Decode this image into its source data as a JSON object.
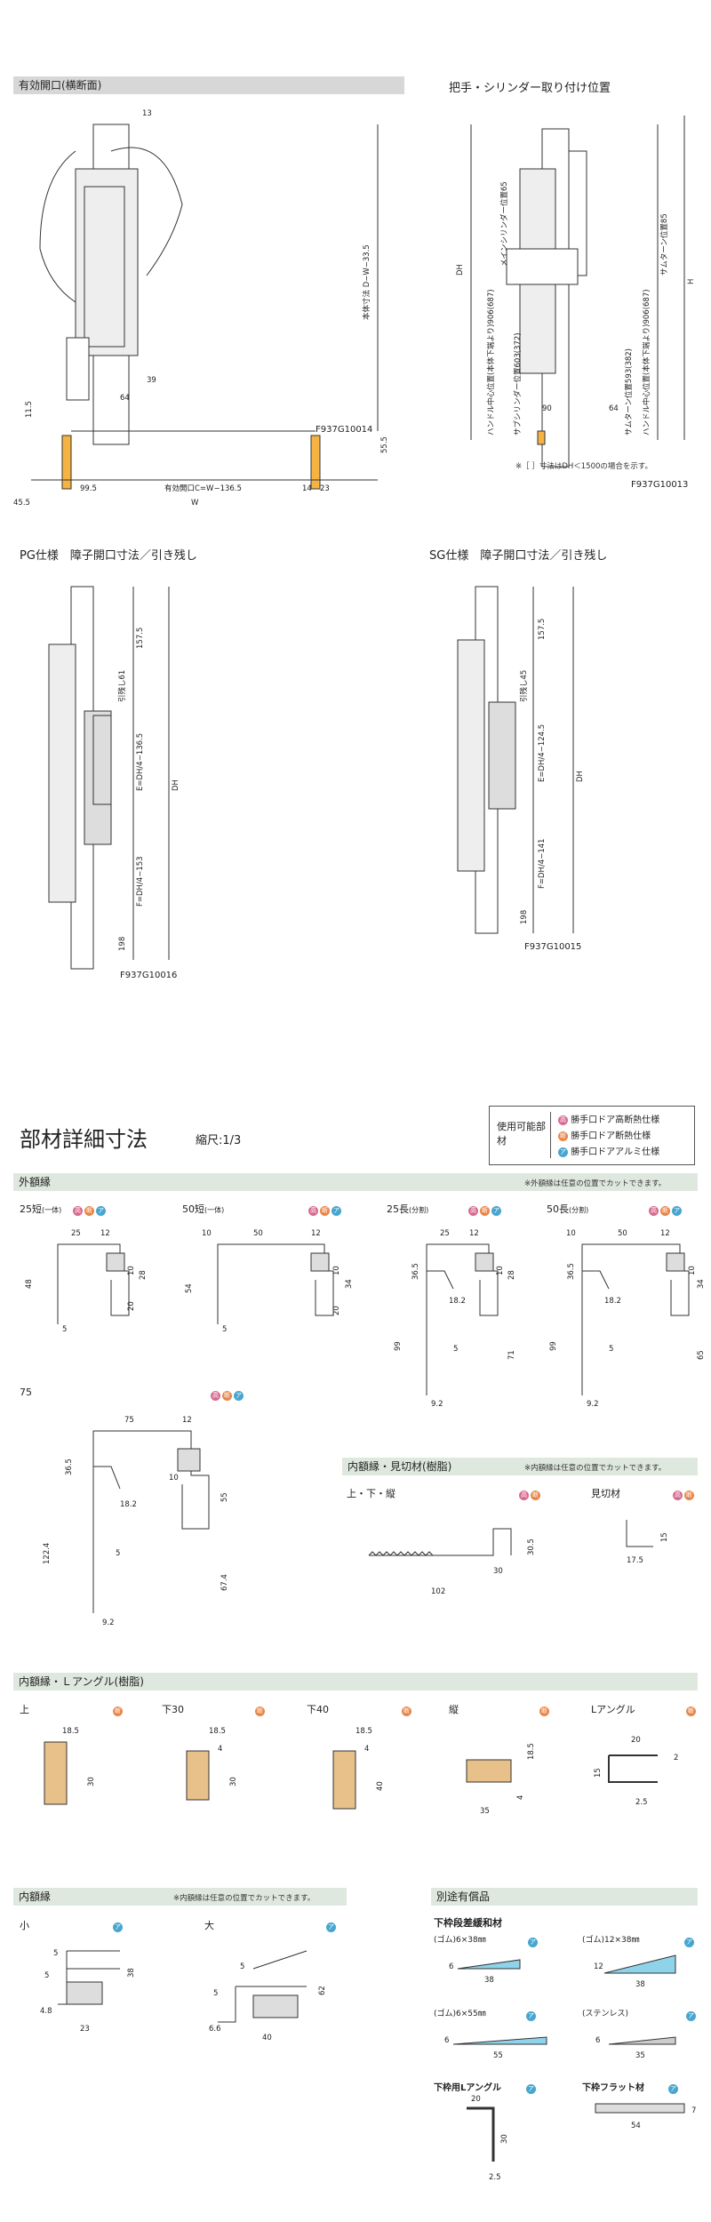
{
  "sec1": {
    "title": "有効開口(横断面)",
    "code": "F937G10014",
    "dims": [
      "13",
      "本体寸法 D−W−33.5",
      "11.5",
      "39",
      "64",
      "55.5",
      "99.5",
      "有効開口C=W−136.5",
      "14",
      "23",
      "45.5",
      "W"
    ]
  },
  "sec2": {
    "title": "把手・シリンダー取り付け位置",
    "code": "F937G10013",
    "note": "※［ ］寸法はDH＜1500の場合を示す。",
    "dims": [
      "DH",
      "H",
      "ハンドル中心位置(本体下端より)906(687)",
      "メインシリンダー位置65",
      "サブシリンダー位置603(372)",
      "90",
      "64",
      "サムターン位置593(382)",
      "ハンドル中心位置(本体下端より)906(687)",
      "サムターン位置85"
    ]
  },
  "sec3": {
    "title": "PG仕様　障子開口寸法／引き残し",
    "code": "F937G10016",
    "dims": [
      "157.5",
      "引残し61",
      "E=DH/4−136.5",
      "DH",
      "F=DH/4−153",
      "198"
    ]
  },
  "sec4": {
    "title": "SG仕様　障子開口寸法／引き残し",
    "code": "F937G10015",
    "dims": [
      "157.5",
      "引残し45",
      "E=DH/4−124.5",
      "DH",
      "F=DH/4−141",
      "198"
    ]
  },
  "parts": {
    "title": "部材詳細寸法",
    "scale": "縮尺:1/3",
    "legend_title": "使用可能部材",
    "legend": [
      "勝手口ドア高断熱仕様",
      "勝手口ドア断熱仕様",
      "勝手口ドアアルミ仕様"
    ],
    "badges": [
      "高",
      "断",
      "ア"
    ]
  },
  "gaigakubuchi": {
    "title": "外額縁",
    "note": "※外額縁は任意の位置でカットできます。",
    "items": [
      {
        "label": "25短",
        "sub": "(一体)",
        "dims": [
          "25",
          "12",
          "10",
          "28",
          "48",
          "20",
          "5"
        ]
      },
      {
        "label": "50短",
        "sub": "(一体)",
        "dims": [
          "10",
          "50",
          "12",
          "10",
          "34",
          "54",
          "20",
          "5"
        ]
      },
      {
        "label": "25長",
        "sub": "(分割)",
        "dims": [
          "25",
          "12",
          "10",
          "28",
          "36.5",
          "18.2",
          "99",
          "5",
          "71",
          "9.2"
        ]
      },
      {
        "label": "50長",
        "sub": "(分割)",
        "dims": [
          "10",
          "50",
          "12",
          "10",
          "34",
          "36.5",
          "18.2",
          "99",
          "5",
          "65",
          "9.2"
        ]
      },
      {
        "label": "75",
        "sub": "",
        "dims": [
          "75",
          "12",
          "10",
          "55",
          "36.5",
          "18.2",
          "122.4",
          "5",
          "67.4",
          "9.2"
        ]
      }
    ]
  },
  "naigaku_resin": {
    "title": "内額縁・見切材(樹脂)",
    "note": "※内額縁は任意の位置でカットできます。",
    "items": [
      {
        "label": "上・下・縦",
        "dims": [
          "30.5",
          "30",
          "102"
        ]
      },
      {
        "label": "見切材",
        "dims": [
          "15",
          "17.5"
        ]
      }
    ]
  },
  "naigaku_angle": {
    "title": "内額縁・Ｌアングル(樹脂)",
    "items": [
      {
        "label": "上",
        "dims": [
          "18.5",
          "30"
        ]
      },
      {
        "label": "下30",
        "dims": [
          "18.5",
          "4",
          "30"
        ]
      },
      {
        "label": "下40",
        "dims": [
          "18.5",
          "4",
          "40"
        ]
      },
      {
        "label": "縦",
        "dims": [
          "18.5",
          "4",
          "35"
        ]
      },
      {
        "label": "Lアングル",
        "dims": [
          "20",
          "2",
          "15",
          "2.5"
        ]
      }
    ]
  },
  "naigaku": {
    "title": "内額縁",
    "note": "※内額縁は任意の位置でカットできます。",
    "items": [
      {
        "label": "小",
        "dims": [
          "5",
          "38",
          "5",
          "4.8",
          "23"
        ]
      },
      {
        "label": "大",
        "dims": [
          "5",
          "62",
          "5",
          "6.6",
          "40"
        ]
      }
    ]
  },
  "betto": {
    "title": "別途有償品",
    "heading1": "下枠段差緩和材",
    "items": [
      {
        "label": "(ゴム)6×38㎜",
        "dims": [
          "6",
          "38"
        ]
      },
      {
        "label": "(ゴム)12×38㎜",
        "dims": [
          "12",
          "38"
        ]
      },
      {
        "label": "(ゴム)6×55㎜",
        "dims": [
          "6",
          "55"
        ]
      },
      {
        "label": "(ステンレス)",
        "dims": [
          "6",
          "35"
        ]
      },
      {
        "label": "下枠用Lアングル",
        "dims": [
          "20",
          "30",
          "2.5"
        ]
      },
      {
        "label": "下枠フラット材",
        "dims": [
          "7",
          "54"
        ]
      }
    ]
  },
  "colors": {
    "pink": "#d76b8f",
    "orange": "#e8874b",
    "blue": "#47a6cf",
    "bar": "#d7d7d7",
    "green_bar": "#dfe8df"
  }
}
